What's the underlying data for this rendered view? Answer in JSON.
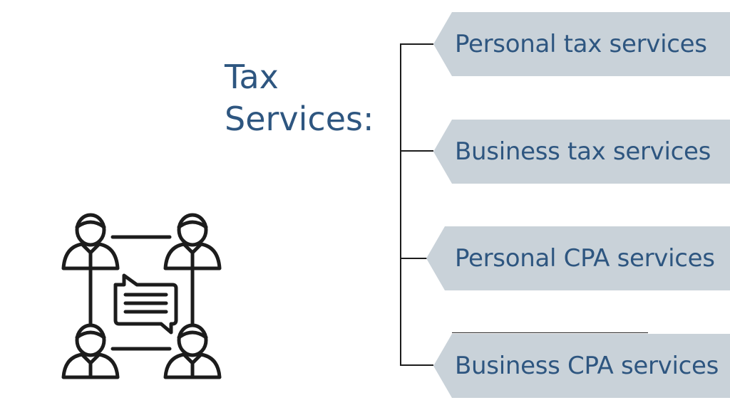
{
  "title": {
    "line1": "Tax",
    "line2": "Services:"
  },
  "services": [
    {
      "label": "Personal tax services"
    },
    {
      "label": "Business tax services"
    },
    {
      "label": "Personal CPA services"
    },
    {
      "label": "Business CPA services"
    }
  ],
  "colors": {
    "text": "#2e5680",
    "shape_fill": "#c9d2d9",
    "line": "#1c1c1c"
  },
  "icon": "team-network-chat-icon"
}
